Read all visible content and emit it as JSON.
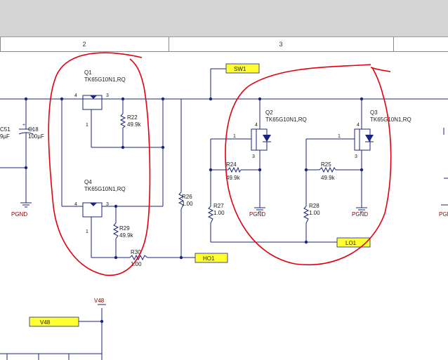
{
  "ruler": {
    "zones": [
      "2",
      "3"
    ]
  },
  "colors": {
    "wire": "#1a237e",
    "part": "#1a237e",
    "ground_label": "#8b0000",
    "net_label_fill": "#ffff33",
    "annotation": "#e3000f",
    "label_text": "#1a1a1a"
  },
  "parts": {
    "c51": {
      "ref": "C51",
      "value": "9µF"
    },
    "c18": {
      "ref": "C18",
      "value": "100µF"
    },
    "q1": {
      "ref": "Q1",
      "value": "TK65G10N1,RQ",
      "pin_gate": "4",
      "pin_drain": "3",
      "pin_source": "1"
    },
    "q4": {
      "ref": "Q4",
      "value": "TK65G10N1,RQ",
      "pin_gate": "4",
      "pin_drain": "3",
      "pin_source": "1"
    },
    "q2": {
      "ref": "Q2",
      "value": "TK65G10N1,RQ",
      "pin_gate": "1",
      "pin_drain": "4",
      "pin_source": "3"
    },
    "q3": {
      "ref": "Q3",
      "value": "TK65G10N1,RQ",
      "pin_gate": "1",
      "pin_drain": "4",
      "pin_source": "3"
    },
    "r22": {
      "ref": "R22",
      "value": "49.9k"
    },
    "r29": {
      "ref": "R29",
      "value": "49.9k"
    },
    "r26": {
      "ref": "R26",
      "value": "1.00"
    },
    "r30": {
      "ref": "R30",
      "value": "1.00"
    },
    "r24": {
      "ref": "R24",
      "value": "49.9k"
    },
    "r25": {
      "ref": "R25",
      "value": "49.9k"
    },
    "r27": {
      "ref": "R27",
      "value": "1.00"
    },
    "r28": {
      "ref": "R28",
      "value": "1.00"
    }
  },
  "nets": {
    "sw1": "SW1",
    "ho1": "HO1",
    "lo1": "LO1",
    "v48": "V48",
    "v48_port": "V48",
    "pgnd": "PGND"
  }
}
